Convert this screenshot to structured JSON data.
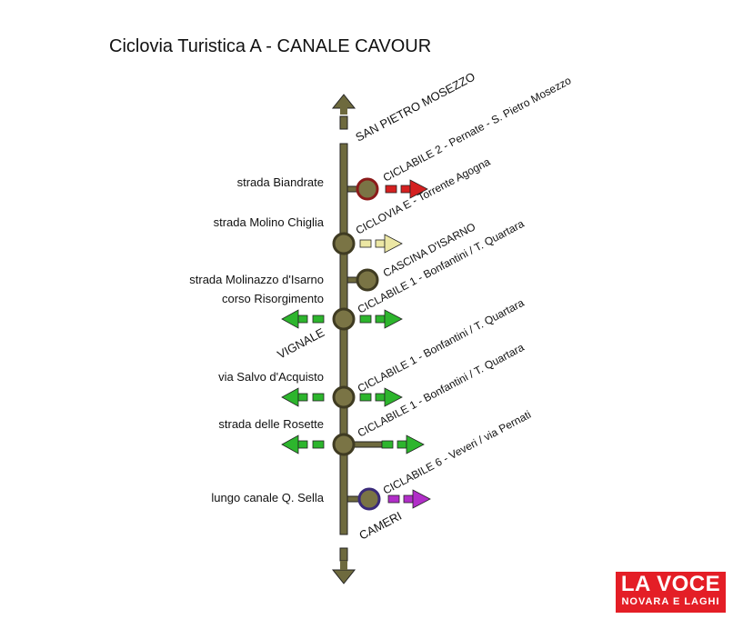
{
  "title": "Ciclovia Turistica A - CANALE CAVOUR",
  "endpoints": {
    "north": "SAN PIETRO MOSEZZO",
    "vignale": "VIGNALE",
    "south": "CAMERI"
  },
  "stops": [
    {
      "left_label": "strada Biandrate",
      "right_label": "CICLABILE 2 - Pernate - S. Pietro Mosezzo",
      "connection": "CICLOVIA E - Torrente Agogna",
      "arrow_color": "#d42020",
      "node_ring": "#8b1a1a"
    },
    {
      "left_label": "strada Molino Chiglia",
      "right_label": "CASCINA D'ISARNO",
      "arrow_color": "#ece7a4"
    },
    {
      "left_label": "strada Molinazzo d'Isarno",
      "right_label": "CICLABILE 1 - Bonfantini / T. Quartara"
    },
    {
      "left_label": "corso Risorgimento",
      "arrow_color": "#2db52d"
    },
    {
      "left_label": "via Salvo d'Acquisto",
      "right_label": "CICLABILE 1 - Bonfantini / T. Quartara",
      "arrow_color": "#2db52d"
    },
    {
      "left_label": "strada delle Rosette",
      "right_label": "CICLABILE 1 - Bonfantini / T. Quartara",
      "arrow_color": "#2db52d"
    },
    {
      "left_label": "lungo canale Q. Sella",
      "right_label": "CICLABILE 6 - Veveri / via Pernati",
      "arrow_color": "#b12ec8",
      "node_ring": "#3a2a7a"
    }
  ],
  "colors": {
    "trunk": "#6e6a3e",
    "node_fill": "#7a7445",
    "node_ring": "#3f3b22"
  },
  "logo": {
    "main": "LA VOCE",
    "sub": "NOVARA E LAGHI",
    "color": "#e41e26"
  }
}
